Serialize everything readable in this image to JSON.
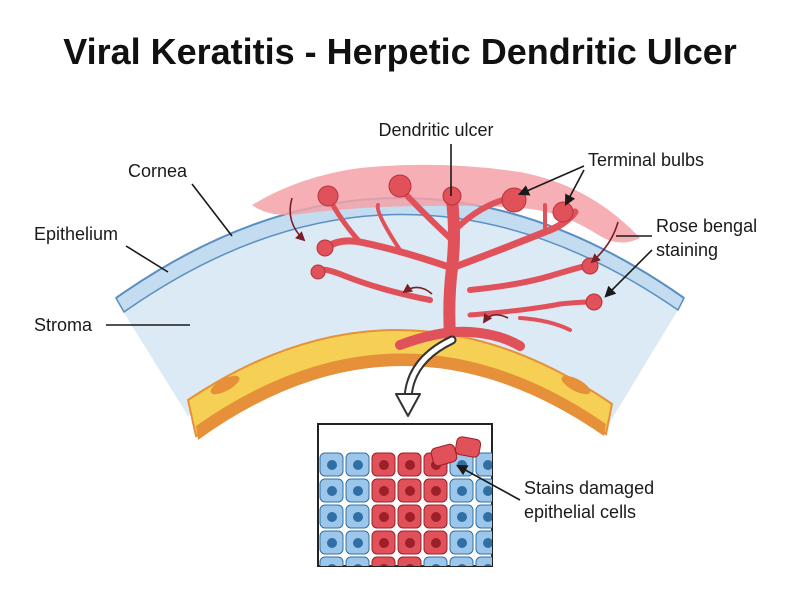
{
  "title": "Viral Keratitis - Herpetic Dendritic Ulcer",
  "labels": {
    "dendritic_ulcer": "Dendritic ulcer",
    "terminal_bulbs": "Terminal bulbs",
    "cornea": "Cornea",
    "epithelium": "Epithelium",
    "rose_bengal_line1": "Rose bengal",
    "rose_bengal_line2": "staining",
    "stroma": "Stroma",
    "stains_line1": "Stains damaged",
    "stains_line2": "epithelial cells"
  },
  "colors": {
    "stroma": "#dceaf5",
    "epithelium": "#c3dcf0",
    "epithelium_edge": "#5b8fc2",
    "endothelium_yellow": "#f6cf55",
    "endothelium_orange": "#e7903a",
    "ulcer": "#e0515a",
    "ulcer_dark": "#b8323c",
    "stain_halo": "#f4a2a8",
    "healthy_cell": "#9cc7ea",
    "healthy_nucleus": "#2f6fa6",
    "damaged_cell": "#e0515a",
    "damaged_nucleus": "#9c1f2a"
  },
  "icons": [
    "curved-arrow-icon",
    "down-arrow-icon"
  ]
}
